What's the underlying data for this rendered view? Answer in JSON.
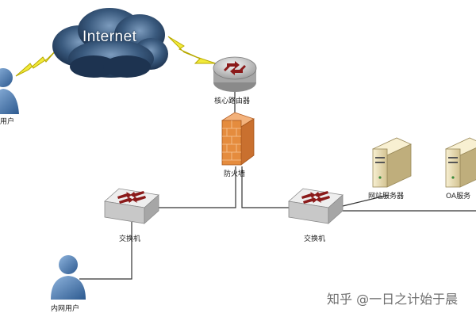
{
  "labels": {
    "internet": "Internet",
    "external_user": "用户",
    "core_router": "核心路由器",
    "firewall": "防火墙",
    "switch_left": "交换机",
    "switch_right": "交换机",
    "web_server": "网站服务器",
    "oa_server": "OA服务",
    "internal_user": "内网用户"
  },
  "watermark": "知乎 @一日之计始于晨",
  "colors": {
    "cloud": "#2c4866",
    "router": "#b8b8b8",
    "arrow": "#8b1a1a",
    "firewall": "#e58c3e",
    "lightning": "#f2ea3a",
    "user": "#3d6ea8",
    "server": "#eee0b0",
    "line": "#333333"
  }
}
